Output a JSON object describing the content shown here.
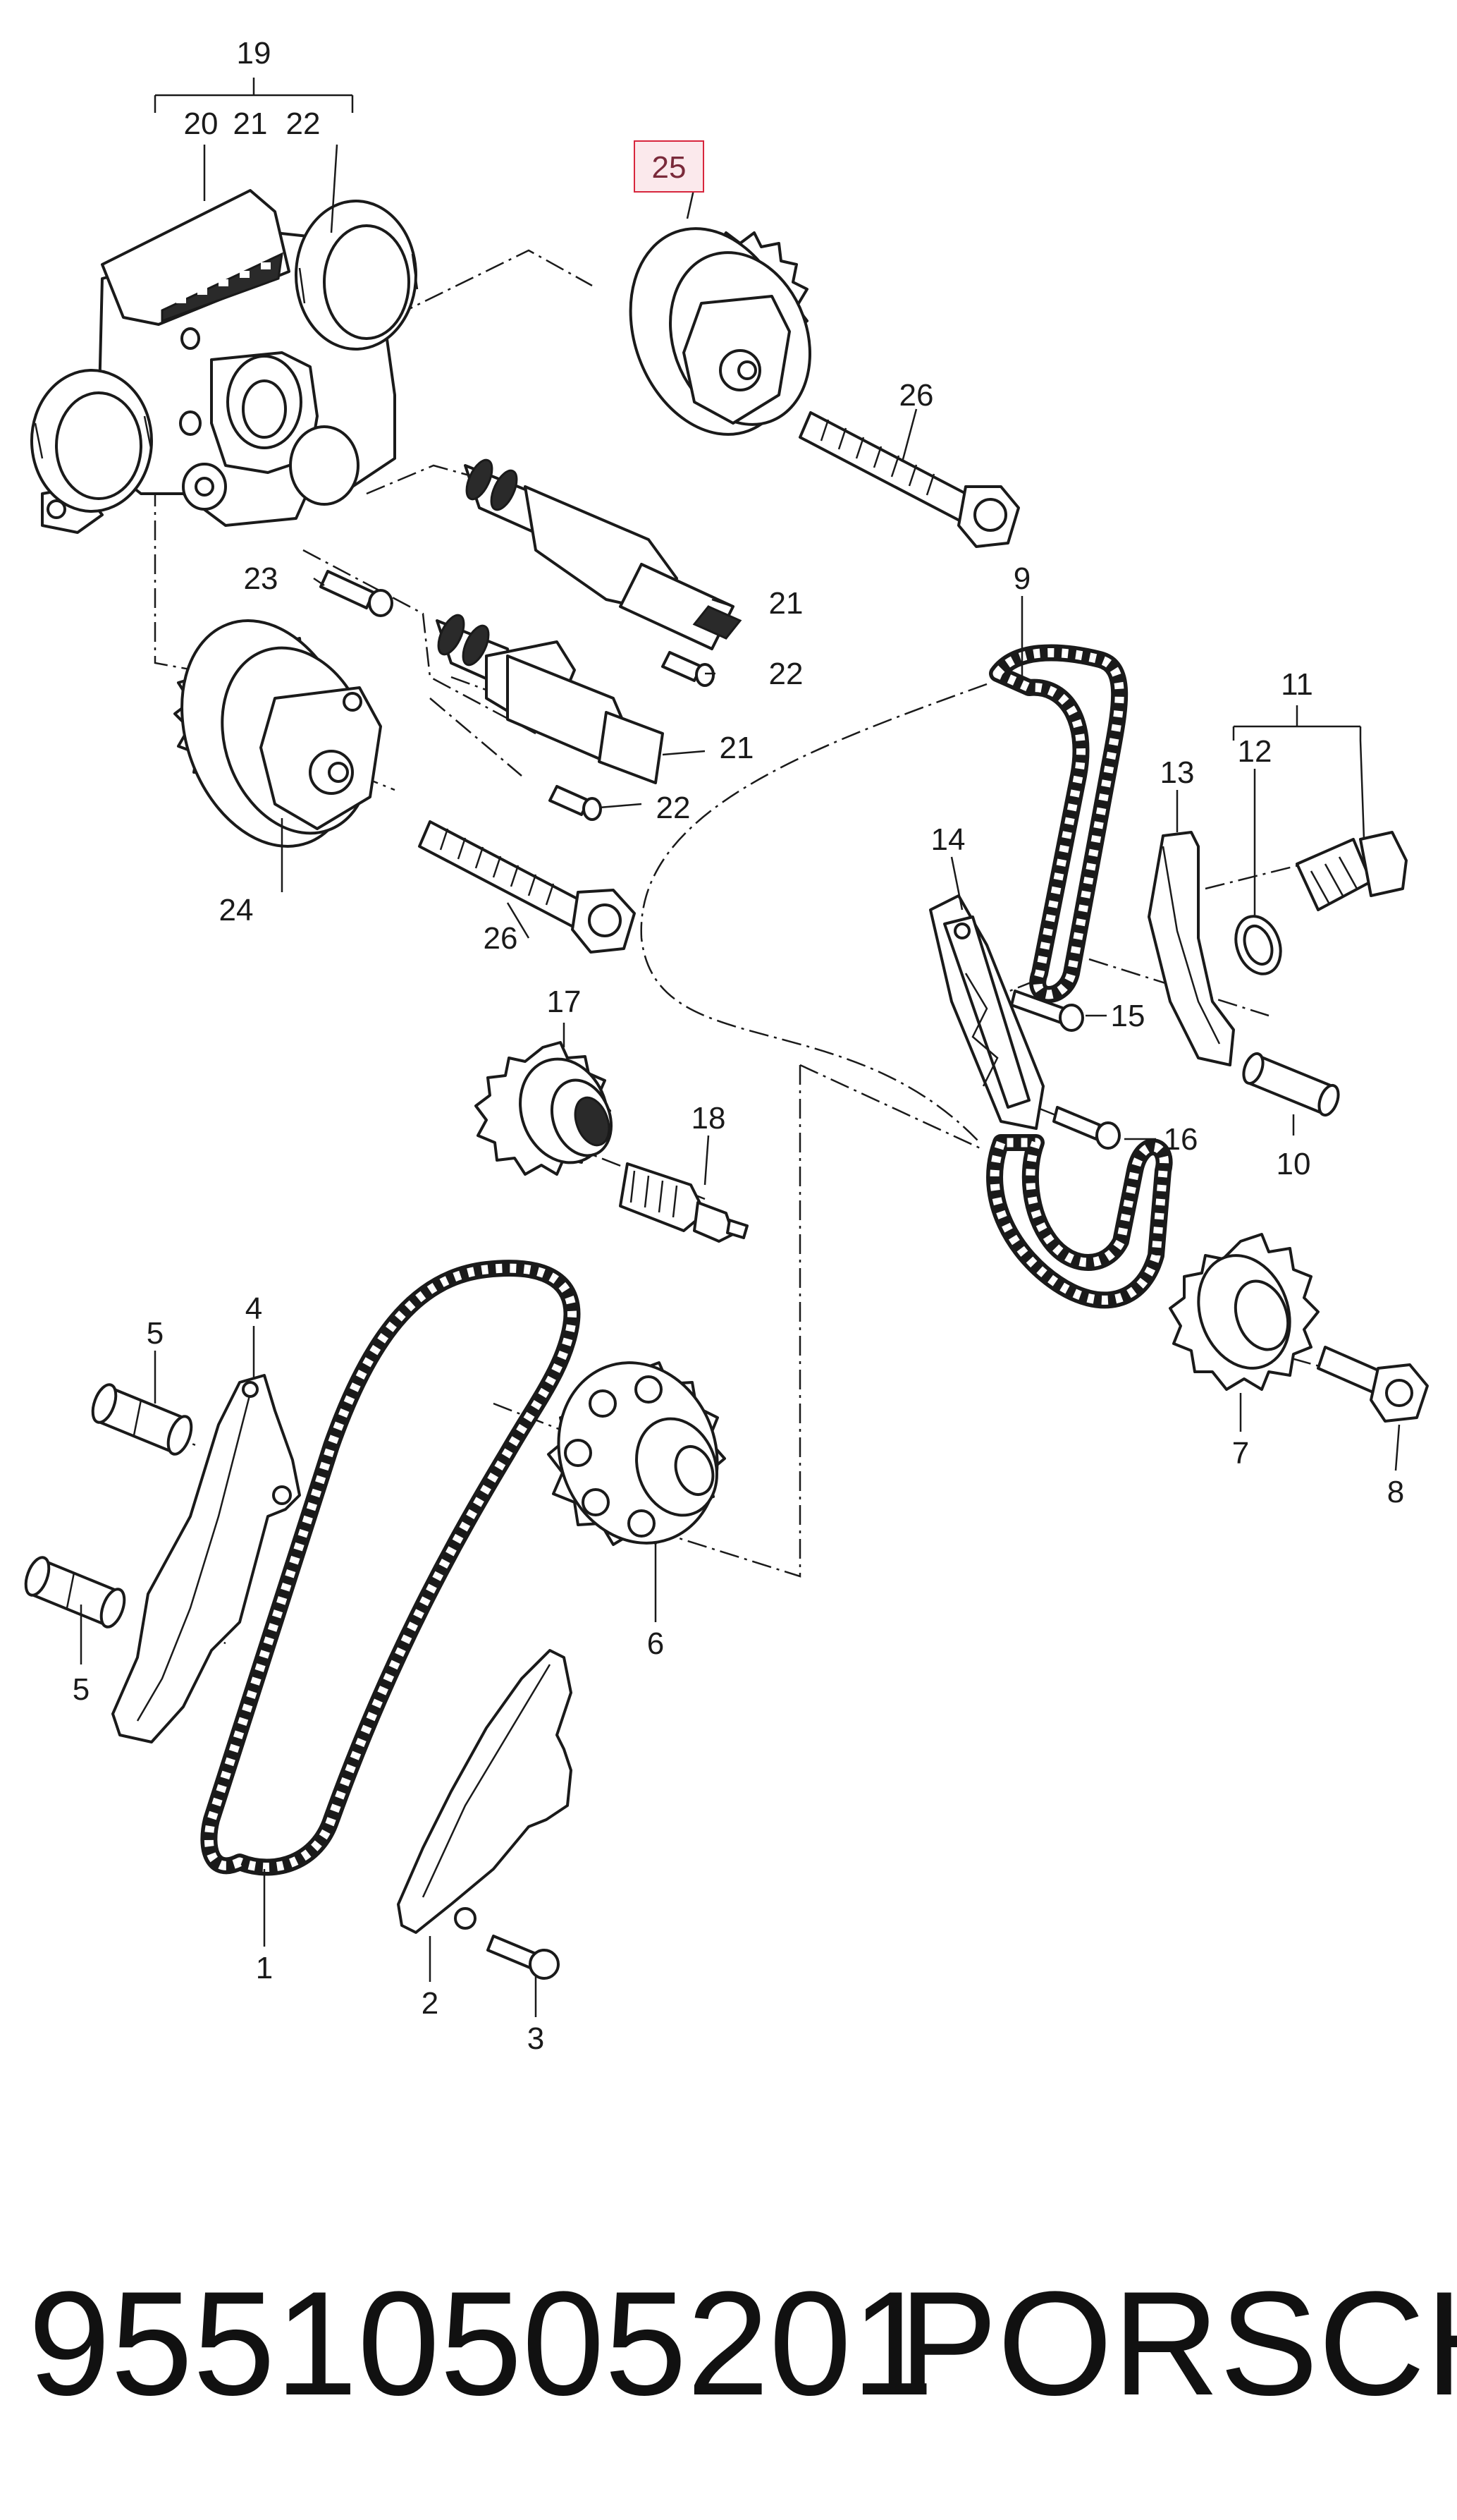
{
  "diagram": {
    "callouts": {
      "c19": "19",
      "c20": "20",
      "c21a": "21",
      "c22a": "22",
      "c25": "25",
      "c26a": "26",
      "c21b": "21",
      "c22b": "22",
      "c23": "23",
      "c21c": "21",
      "c22c": "22",
      "c24": "24",
      "c26b": "26",
      "c9": "9",
      "c11": "11",
      "c12": "12",
      "c13": "13",
      "c14": "14",
      "c15": "15",
      "c17": "17",
      "c18": "18",
      "c16": "16",
      "c10": "10",
      "c7": "7",
      "c8": "8",
      "c5a": "5",
      "c4": "4",
      "c5b": "5",
      "c6": "6",
      "c1": "1",
      "c2": "2",
      "c3": "3"
    },
    "highlighted_callout": "25",
    "highlight_color": "#d7263d"
  },
  "footer": {
    "part_number": "95510505201",
    "brand": "PORSCHE"
  }
}
